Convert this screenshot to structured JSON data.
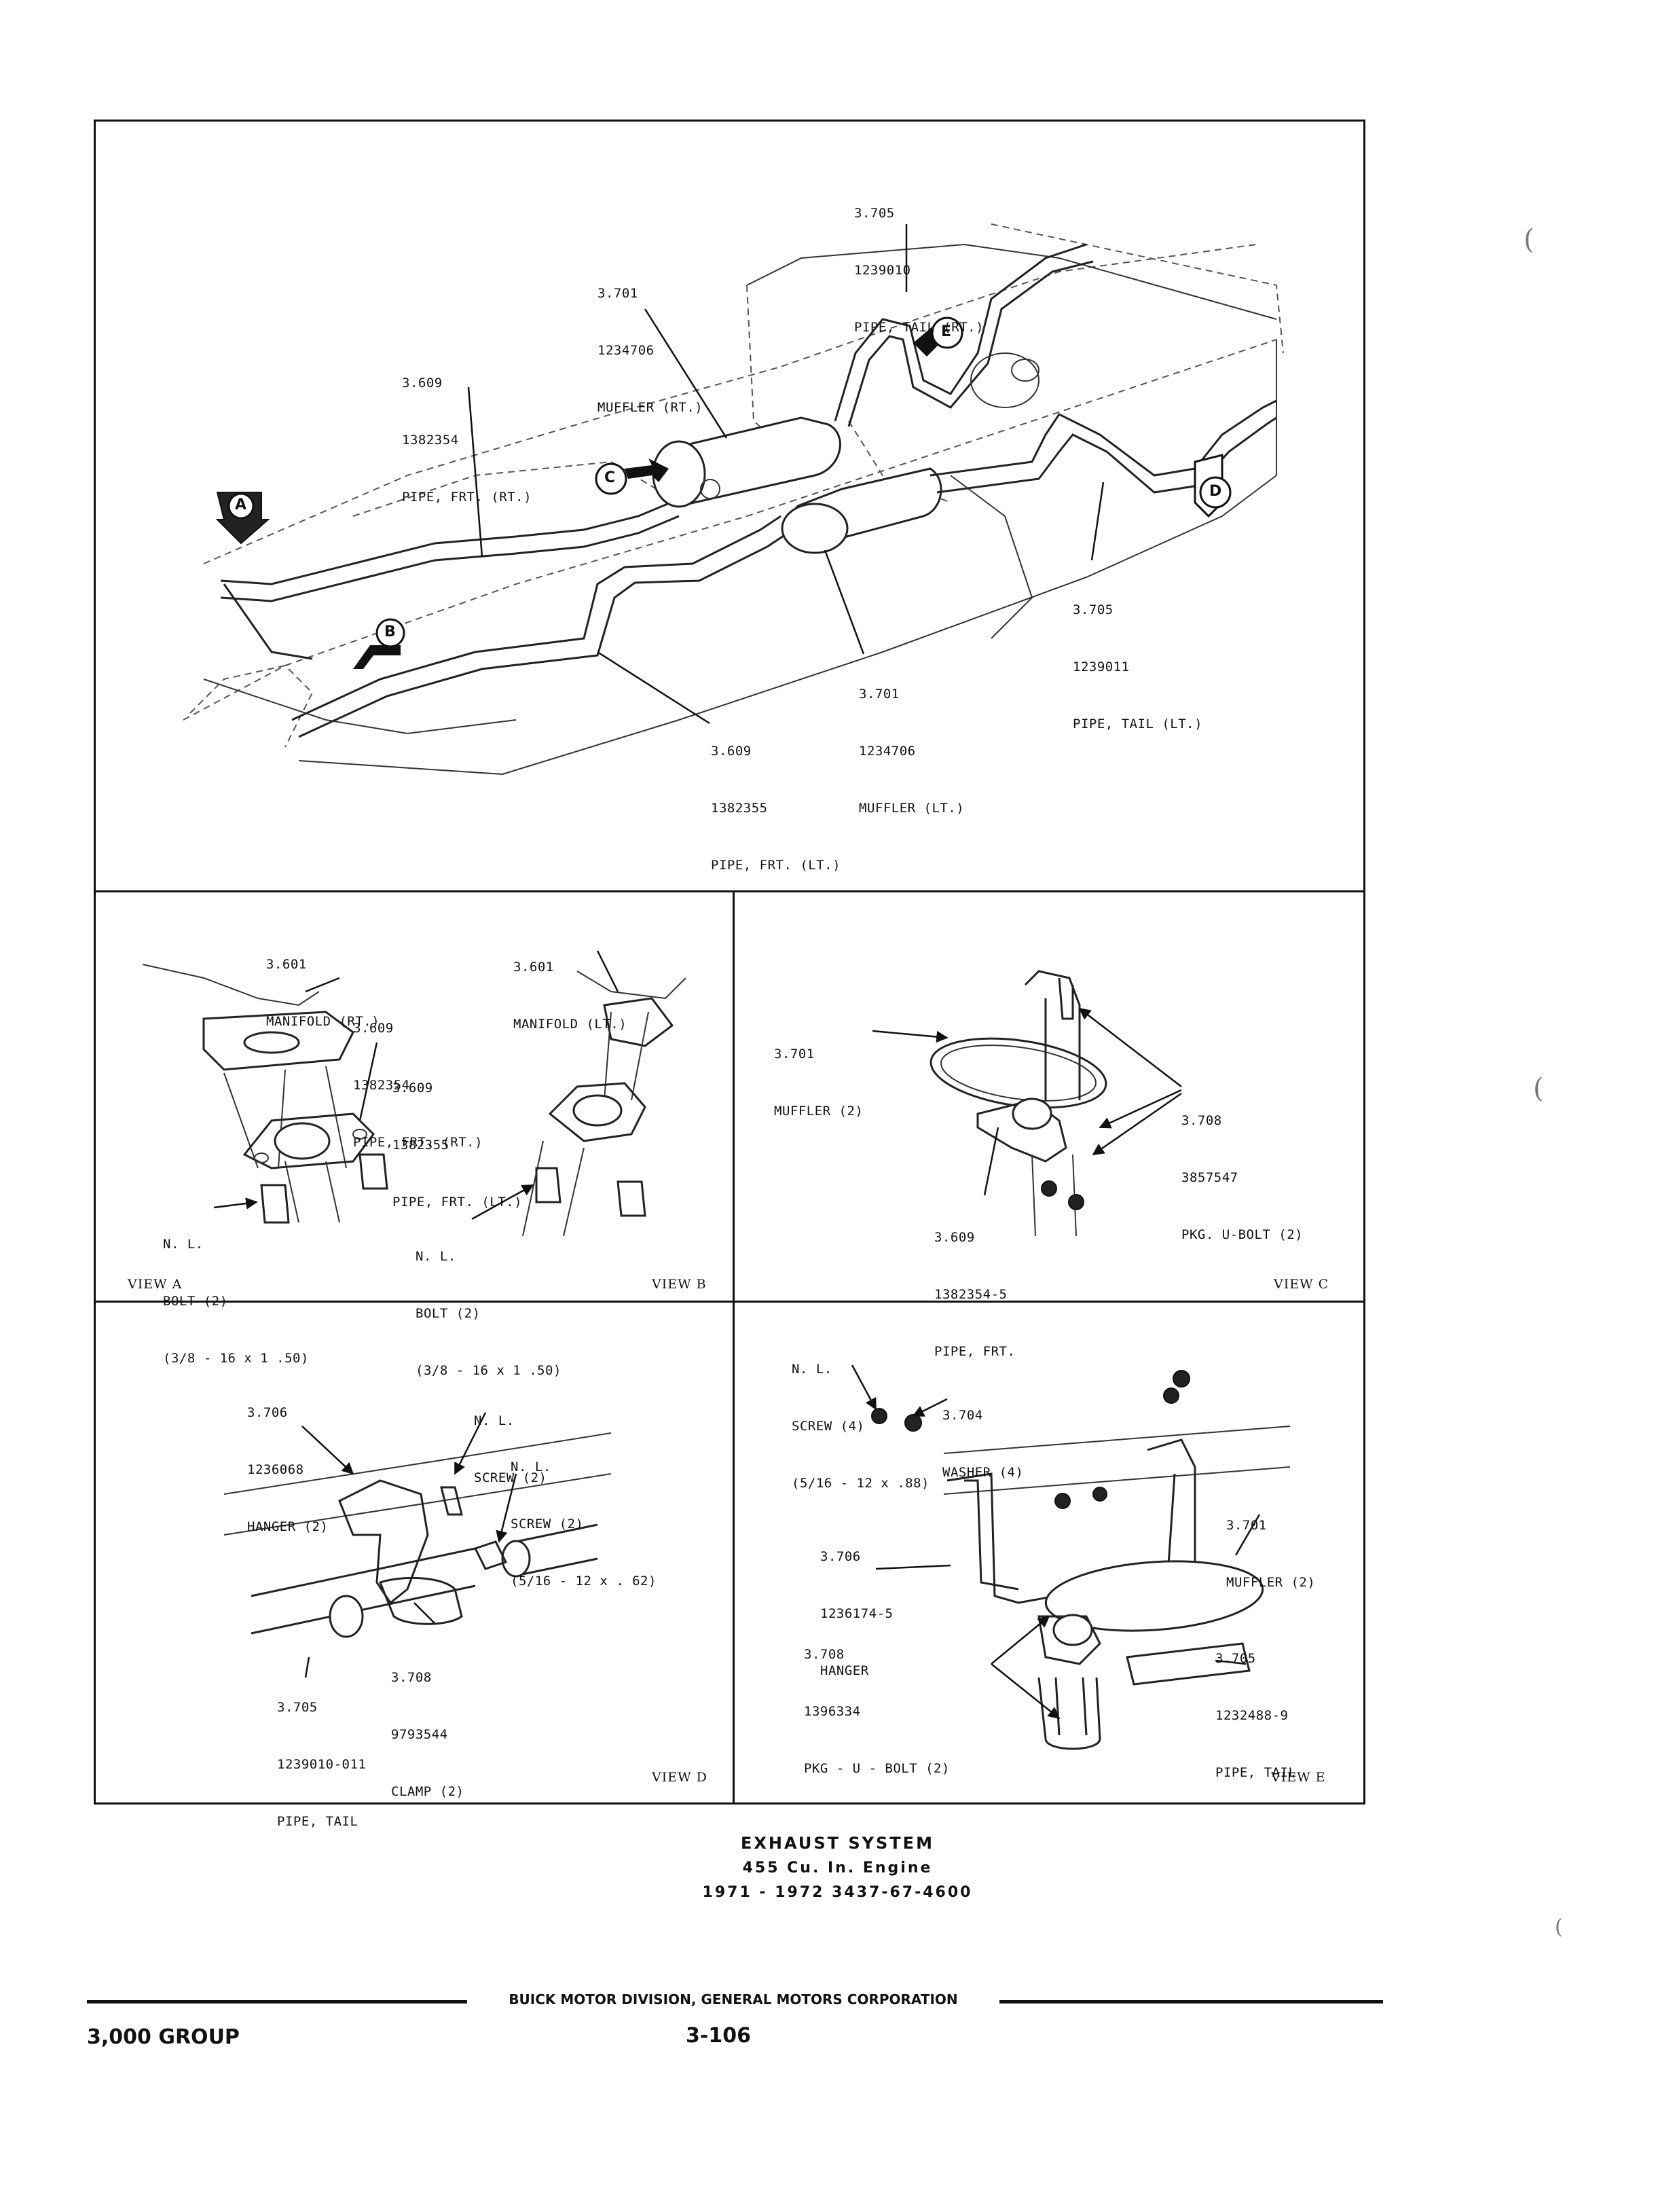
{
  "main": {
    "tail_rt": [
      "3.705",
      "1239010",
      "PIPE, TAIL (RT.)"
    ],
    "muffler_rt": [
      "3.701",
      "1234706",
      "MUFFLER (RT.)"
    ],
    "pipe_frt_rt": [
      "3.609",
      "1382354",
      "PIPE, FRT. (RT.)"
    ],
    "tail_lt": [
      "3.705",
      "1239011",
      "PIPE, TAIL (LT.)"
    ],
    "muffler_lt": [
      "3.701",
      "1234706",
      "MUFFLER (LT.)"
    ],
    "pipe_frt_lt": [
      "3.609",
      "1382355",
      "PIPE, FRT. (LT.)"
    ],
    "view_arrows": [
      "A",
      "B",
      "C",
      "D",
      "E"
    ]
  },
  "view_a": {
    "label": "VIEW A",
    "manifold": [
      "3.601",
      "MANIFOLD (RT.)"
    ],
    "pipe_rt": [
      "3.609",
      "1382354",
      "PIPE, FRT. (RT.)"
    ],
    "bolt": [
      "N. L.",
      "BOLT (2)",
      "(3/8 - 16 x 1 .50)"
    ]
  },
  "view_b": {
    "label": "VIEW B",
    "manifold": [
      "3.601",
      "MANIFOLD (LT.)"
    ],
    "pipe_lt": [
      "3.609",
      "1382355",
      "PIPE, FRT. (LT.)"
    ],
    "bolt": [
      "N. L.",
      "BOLT (2)",
      "(3/8 - 16 x 1 .50)"
    ]
  },
  "view_c": {
    "label": "VIEW C",
    "muffler": [
      "3.701",
      "MUFFLER (2)"
    ],
    "ubolt": [
      "3.708",
      "3857547",
      "PKG. U-BOLT (2)"
    ],
    "pipe": [
      "3.609",
      "1382354-5",
      "PIPE, FRT."
    ]
  },
  "view_d": {
    "label": "VIEW D",
    "hanger": [
      "3.706",
      "1236068",
      "HANGER (2)"
    ],
    "screw1": [
      "N. L.",
      "SCREW (2)"
    ],
    "screw2": [
      "N. L.",
      "SCREW (2)",
      "(5/16 - 12 x . 62)"
    ],
    "clamp": [
      "3.708",
      "9793544",
      "CLAMP (2)"
    ],
    "tail": [
      "3.705",
      "1239010-011",
      "PIPE, TAIL"
    ]
  },
  "view_e": {
    "label": "VIEW E",
    "screw": [
      "N. L.",
      "SCREW (4)",
      "(5/16 - 12 x .88)"
    ],
    "washer": [
      "3.704",
      "WASHER (4)"
    ],
    "muffler": [
      "3.701",
      "MUFFLER (2)"
    ],
    "hanger": [
      "3.706",
      "1236174-5",
      "HANGER"
    ],
    "ubolt": [
      "3.708",
      "1396334",
      "PKG - U - BOLT (2)"
    ],
    "tail": [
      "3.705",
      "1232488-9",
      "PIPE, TAIL"
    ]
  },
  "caption": {
    "title": "EXHAUST SYSTEM",
    "engine": "455 Cu. In. Engine",
    "models": "1971 - 1972 3437-67-4600"
  },
  "footer": {
    "group": "3,000 GROUP",
    "division": "BUICK MOTOR DIVISION, GENERAL MOTORS CORPORATION",
    "page": "3-106"
  }
}
